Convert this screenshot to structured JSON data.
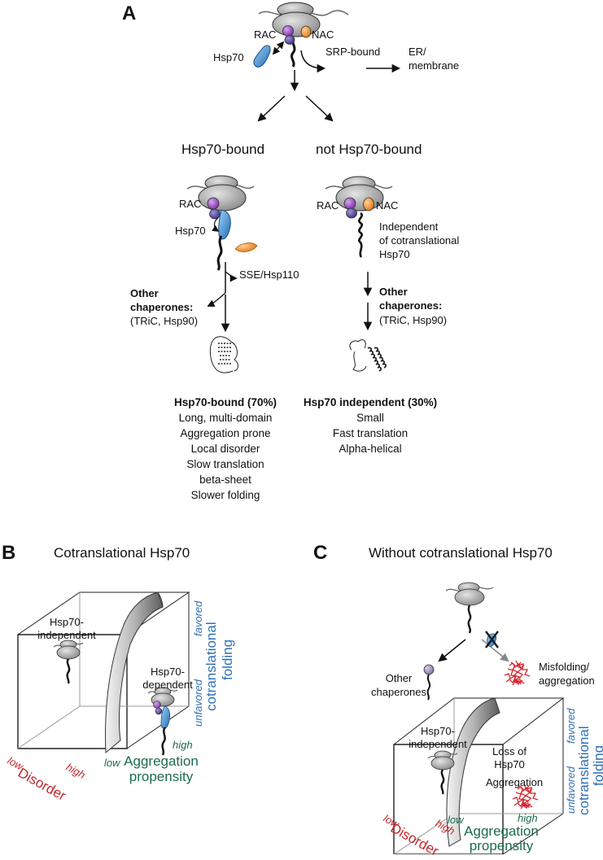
{
  "panel_a": {
    "letter": "A",
    "rac": "RAC",
    "nac": "NAC",
    "hsp70": "Hsp70",
    "srp_bound": "SRP-bound",
    "er_line1": "ER/",
    "er_line2": "membrane",
    "left_branch": {
      "heading": "Hsp70-bound",
      "rac": "RAC",
      "hsp70": "Hsp70",
      "sse": "SSE/Hsp110",
      "other_title_1": "Other",
      "other_title_2": "chaperones:",
      "other_list": "(TRiC, Hsp90)",
      "summary_title": "Hsp70-bound (70%)",
      "summary_items": [
        "Long, multi-domain",
        "Aggregation prone",
        "Local disorder",
        "Slow translation",
        "beta-sheet",
        "Slower folding"
      ]
    },
    "right_branch": {
      "heading": "not Hsp70-bound",
      "rac": "RAC",
      "nac": "NAC",
      "independent_lines": [
        "Independent",
        "of cotranslational",
        "Hsp70"
      ],
      "other_title_1": "Other",
      "other_title_2": "chaperones:",
      "other_list": "(TRiC, Hsp90)",
      "summary_title": "Hsp70 independent (30%)",
      "summary_items": [
        "Small",
        "Fast translation",
        "Alpha-helical"
      ]
    }
  },
  "panel_b": {
    "letter": "B",
    "title": "Cotranslational Hsp70",
    "independent_1": "Hsp70-",
    "independent_2": "independent",
    "dependent_1": "Hsp70-",
    "dependent_2": "dependent",
    "axis_disorder": "Disorder",
    "disorder_low": "low",
    "disorder_high": "high",
    "axis_aggregation_1": "Aggregation",
    "axis_aggregation_2": "propensity",
    "agg_low": "low",
    "agg_high": "high",
    "axis_folding_1": "cotranslational",
    "axis_folding_2": "folding",
    "folding_unfavored": "unfavored",
    "folding_favored": "favored"
  },
  "panel_c": {
    "letter": "C",
    "title": "Without cotranslational Hsp70",
    "other_chaperones_1": "Other",
    "other_chaperones_2": "chaperones",
    "misfolding_1": "Misfolding/",
    "misfolding_2": "aggregation",
    "independent_1": "Hsp70-",
    "independent_2": "independent",
    "loss_1": "Loss of",
    "loss_2": "Hsp70",
    "aggregation": "Aggregation",
    "axis_disorder": "Disorder",
    "disorder_low": "low",
    "disorder_high": "high",
    "axis_aggregation_1": "Aggregation",
    "axis_aggregation_2": "propensity",
    "agg_low": "low",
    "agg_high": "high",
    "axis_folding_1": "cotranslational",
    "axis_folding_2": "folding",
    "folding_unfavored": "unfavored",
    "folding_favored": "favored"
  },
  "colors": {
    "rac_purple": "#9b4dc4",
    "rac_dark": "#5a4a9e",
    "nac_orange": "#f39a3c",
    "hsp70_blue": "#3b8fd6",
    "aggregate_red": "#d6262e",
    "disorder_red": "#c1272d",
    "aggregation_green": "#1d6b4a",
    "folding_blue": "#2f6fb5"
  }
}
